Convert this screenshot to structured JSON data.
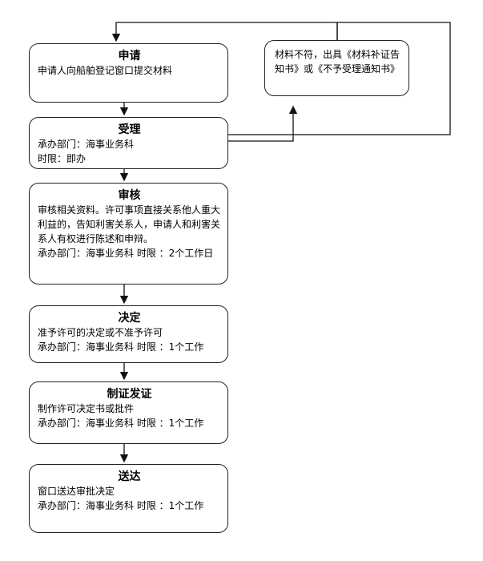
{
  "steps": [
    {
      "title": "申请",
      "lines": [
        "申请人向船舶登记窗口提交材料"
      ]
    },
    {
      "title": "受理",
      "lines": [
        "承办部门：海事业务科",
        "时限：即办"
      ]
    },
    {
      "title": "审核",
      "lines": [
        "审核相关资料。许可事项直接关系他人重大利益的，告知利害关系人，申请人和利害关系人有权进行陈述和申辩。",
        "承办部门：海事业务科 时限 ：2个工作日"
      ]
    },
    {
      "title": "决定",
      "lines": [
        "准予许可的决定或不准予许可",
        "承办部门：海事业务科 时限 ：1个工作"
      ]
    },
    {
      "title": "制证发证",
      "lines": [
        "制作许可决定书或批件",
        "承办部门：海事业务科 时限 ：1个工作"
      ]
    },
    {
      "title": "送达",
      "lines": [
        "窗口送达审批决定",
        "承办部门：海事业务科 时限 ：1个工作"
      ]
    }
  ],
  "side_note": "材料不符，出具《材料补证告知书》或《不予受理通知书》"
}
